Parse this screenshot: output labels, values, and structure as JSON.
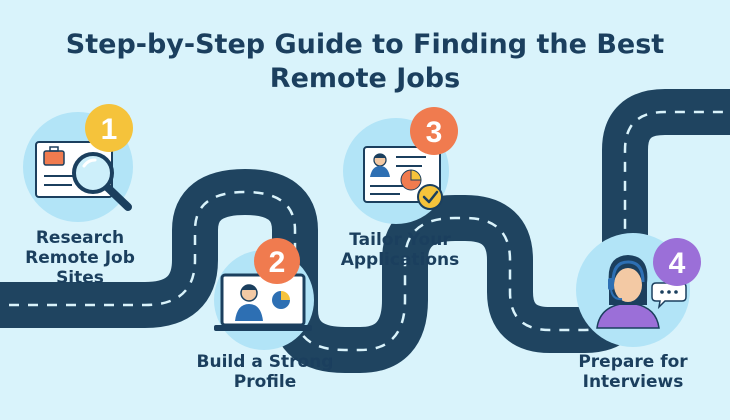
{
  "title": {
    "line1": "Step-by-Step Guide to Finding the Best",
    "line2": "Remote Jobs"
  },
  "steps": [
    {
      "number": "1",
      "line1": "Research",
      "line2": "Remote Job Sites",
      "badge_color": "#f5c33b",
      "icon": "magnifier-resume-icon"
    },
    {
      "number": "2",
      "line1": "Build a Strong",
      "line2": "Profile",
      "badge_color": "#f07b4f",
      "icon": "laptop-profile-icon"
    },
    {
      "number": "3",
      "line1": "Tailor Your",
      "line2": "Applications",
      "badge_color": "#f07b4f",
      "icon": "resume-checkmark-icon"
    },
    {
      "number": "4",
      "line1": "Prepare for",
      "line2": "Interviews",
      "badge_color": "#9b6fd8",
      "icon": "headset-chat-icon"
    }
  ],
  "colors": {
    "background": "#d9f3fb",
    "road": "#1f4460",
    "road_dash": "#d9f3fb",
    "circle": "#b2e4f7",
    "title": "#1b3f5e"
  }
}
